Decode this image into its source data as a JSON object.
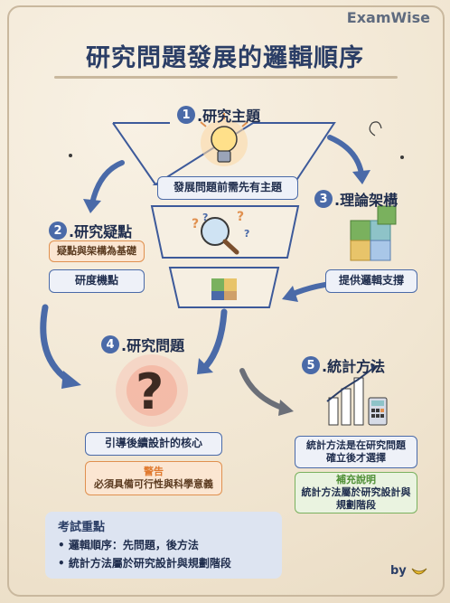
{
  "brand": "ExamWise",
  "title": "研究問題發展的邏輯順序",
  "steps": {
    "s1": {
      "num": "1",
      "label": ".研究主題",
      "note": "發展問題前需先有主題"
    },
    "s2": {
      "num": "2",
      "label": ".研究疑點",
      "tag": "疑點與架構為基礎",
      "note": "研度機點"
    },
    "s3": {
      "num": "3",
      "label": ".理論架構",
      "note": "提供邏輯支撐"
    },
    "s4": {
      "num": "4",
      "label": ".研究問題",
      "note": "引導後續設計的核心",
      "warn_title": "警告",
      "warn_text": "必須具備可行性與科學意義"
    },
    "s5": {
      "num": "5",
      "label": ".統計方法",
      "note_line1": "統計方法是在研究問題",
      "note_line2": "確立後才選擇",
      "supp_title": "補充說明",
      "supp_line1": "統計方法屬於研究設計與",
      "supp_line2": "規劃階段"
    }
  },
  "tip": {
    "title": "考試重點",
    "items": [
      "• 邏輯順序：先問題，後方法",
      "• 統計方法屬於研究設計與規劃階段"
    ]
  },
  "credit": "by",
  "icons": [
    "lightbulb-icon",
    "magnifier-question-icon",
    "puzzle-icon",
    "question-mark-icon",
    "bar-chart-icon",
    "calculator-icon",
    "banana-icon"
  ],
  "colors": {
    "accent": "#4a6aa8",
    "warning": "#e0904f",
    "success": "#7ab15e",
    "title": "#2b3e66"
  }
}
